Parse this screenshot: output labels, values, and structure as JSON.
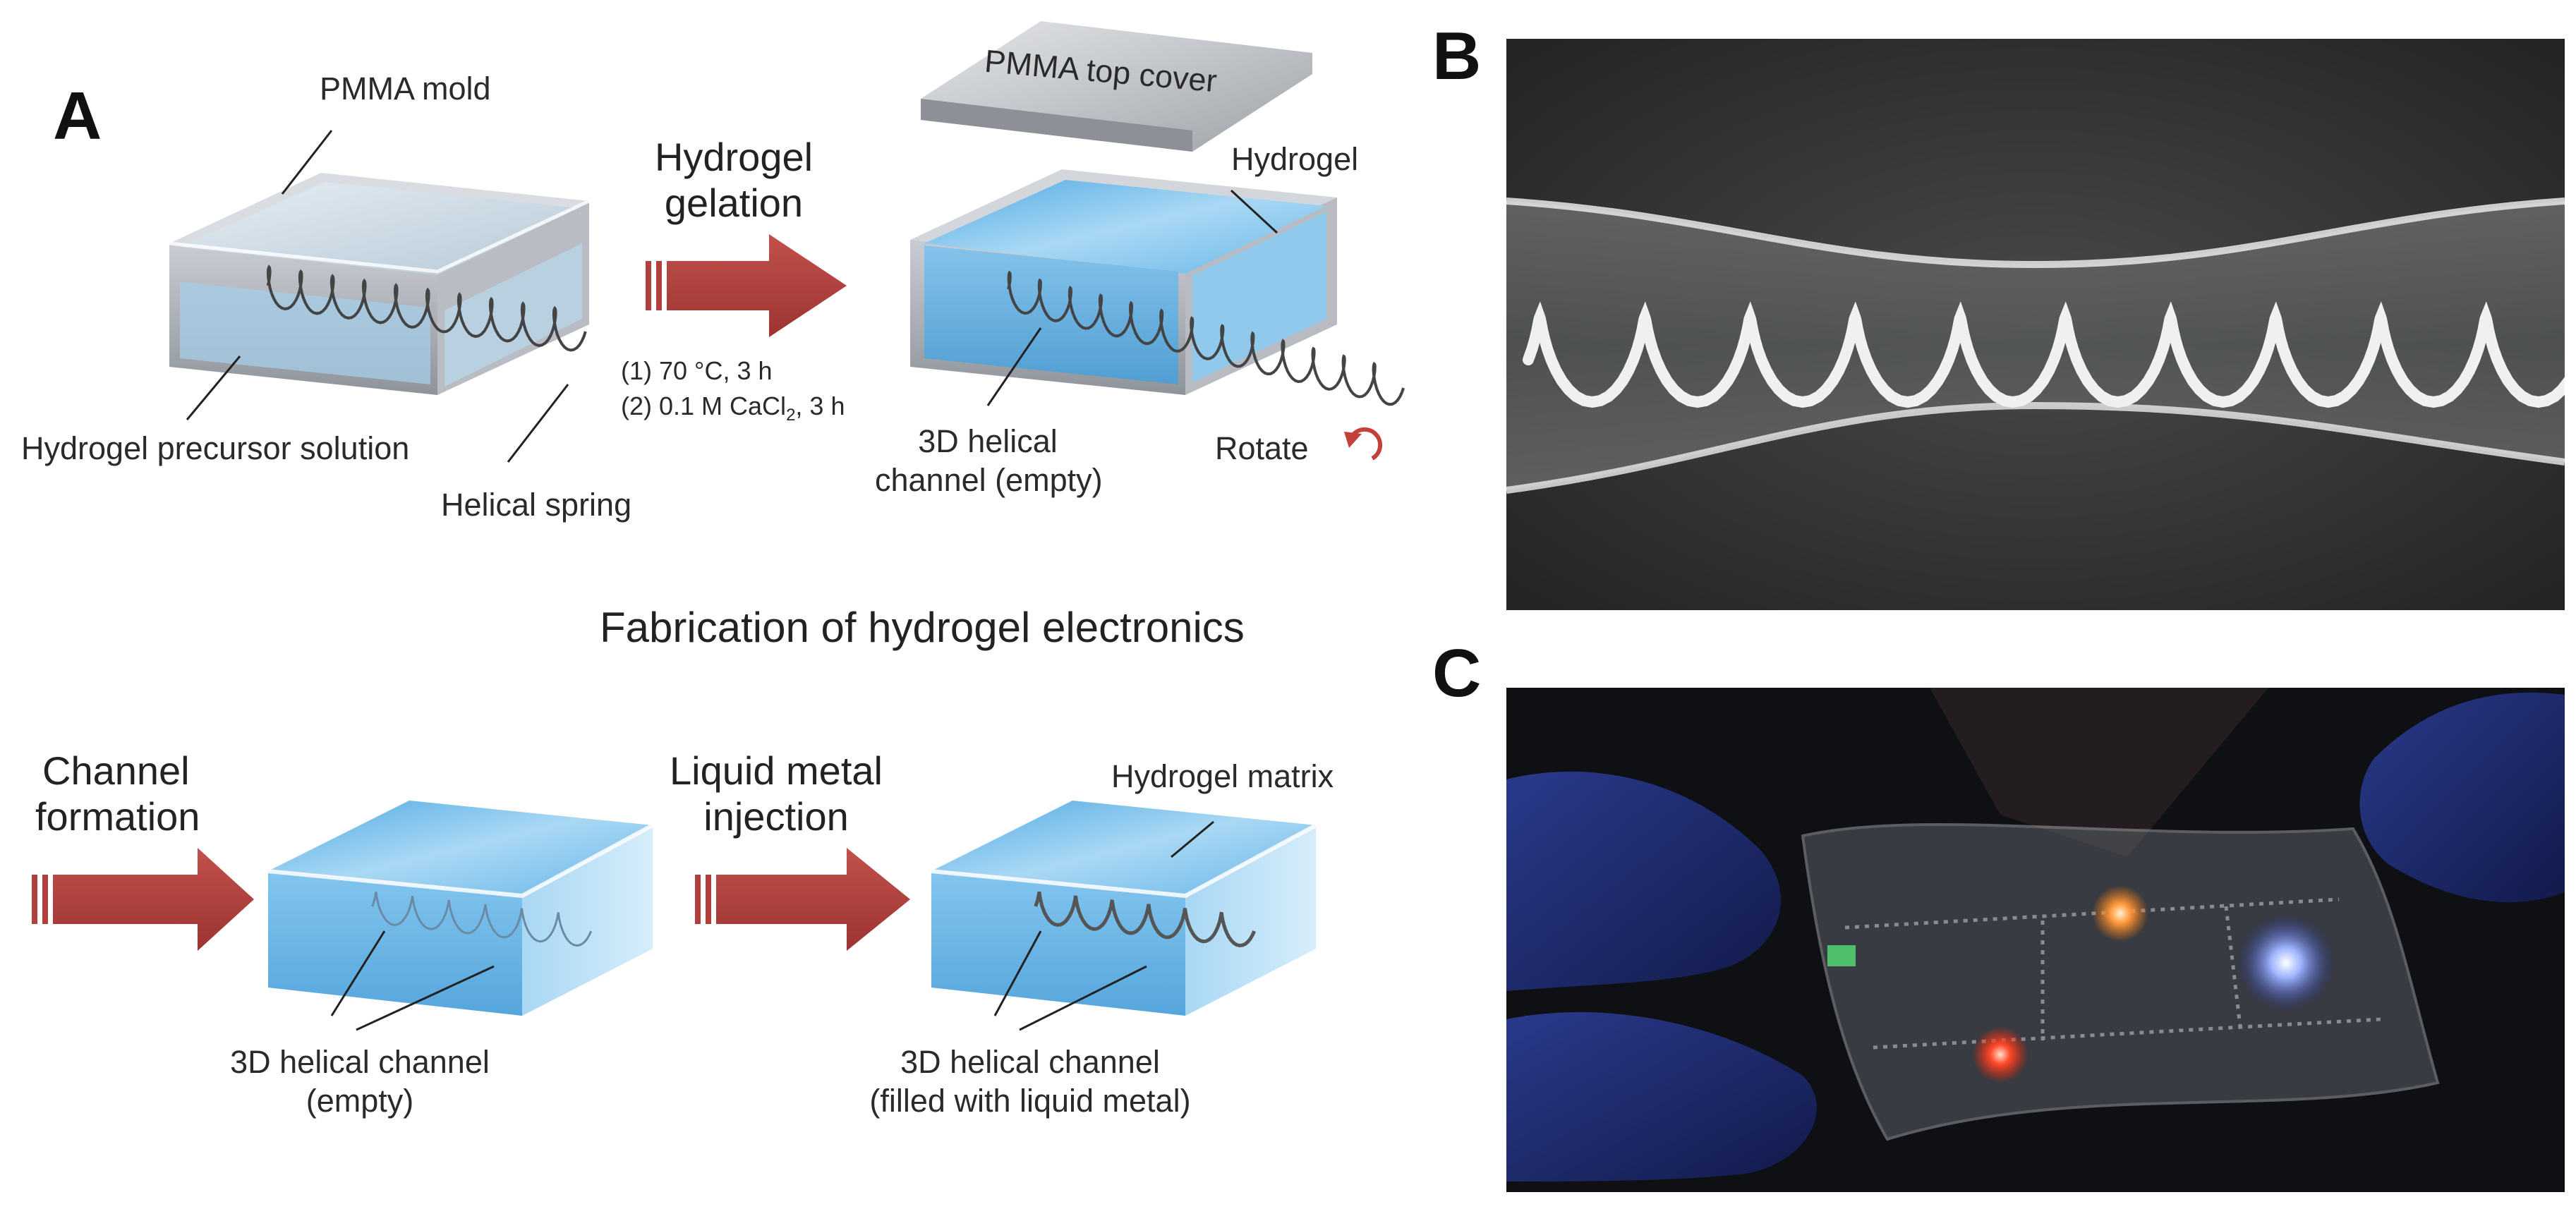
{
  "panels": {
    "a": "A",
    "b": "B",
    "c": "C"
  },
  "step1": {
    "mold": "PMMA mold",
    "precursor": "Hydrogel precursor solution",
    "spring": "Helical spring"
  },
  "gelation": {
    "arrow_line1": "Hydrogel",
    "arrow_line2": "gelation",
    "condition1": "(1) 70 °C, 3 h",
    "condition2_prefix": "(2) 0.1 M CaCl",
    "condition2_sub": "2",
    "condition2_suffix": ", 3 h"
  },
  "step2": {
    "cover": "PMMA top cover",
    "hydrogel": "Hydrogel",
    "channel_line1": "3D helical",
    "channel_line2": "channel (empty)",
    "rotate": "Rotate"
  },
  "fabrication": {
    "title": "Fabrication of hydrogel electronics",
    "formation_line1": "Channel",
    "formation_line2": "formation",
    "empty_line1": "3D helical channel",
    "empty_line2": "(empty)",
    "injection_line1": "Liquid metal",
    "injection_line2": "injection",
    "matrix": "Hydrogel matrix",
    "filled_line1": "3D helical channel",
    "filled_line2": "(filled with liquid metal)"
  },
  "colors": {
    "arrow": "#b0403e",
    "hydrogel": "#8fcbee",
    "mold": "#9a9da3"
  }
}
